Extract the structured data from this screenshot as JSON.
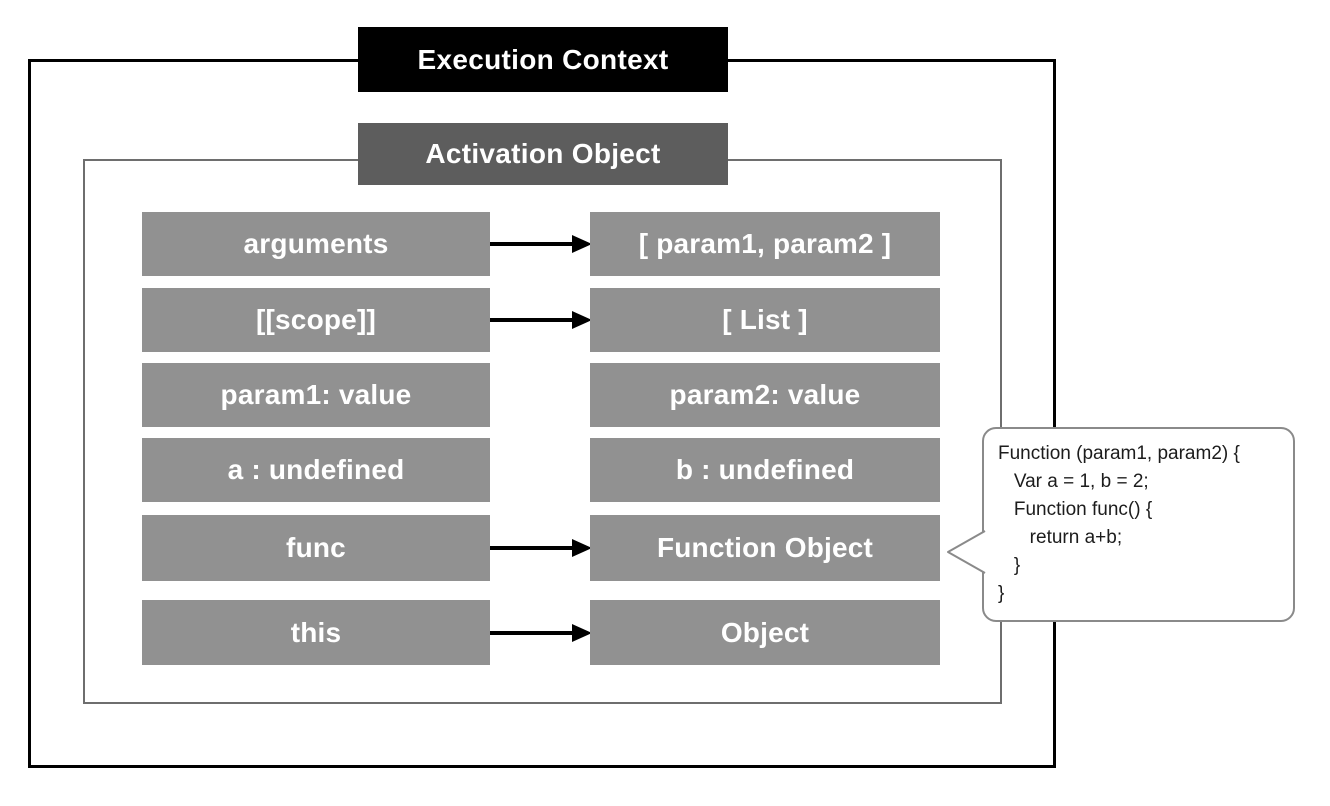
{
  "diagram": {
    "title": "Execution Context",
    "subtitle": "Activation Object",
    "rows": [
      {
        "key": "arguments",
        "value": "[ param1, param2 ]",
        "arrow": true
      },
      {
        "key": "[[scope]]",
        "value": "[ List ]",
        "arrow": true
      },
      {
        "key": "param1: value",
        "value": "param2: value",
        "arrow": false
      },
      {
        "key": "a : undefined",
        "value": "b : undefined",
        "arrow": false
      },
      {
        "key": "func",
        "value": "Function Object",
        "arrow": true
      },
      {
        "key": "this",
        "value": "Object",
        "arrow": true
      }
    ],
    "callout": {
      "lines": [
        "Function (param1, param2) {",
        "   Var a = 1, b = 2;",
        "   Function func() {",
        "      return a+b;",
        "   }",
        "}"
      ]
    },
    "colors": {
      "frame_border": "#000000",
      "inner_border": "#6e6e6e",
      "title_bg": "#000000",
      "subtitle_bg": "#5d5d5d",
      "box_bg": "#919191",
      "box_text": "#ffffff",
      "arrow": "#000000",
      "callout_border": "#8a8a8a",
      "callout_text": "#1c1c1c"
    }
  }
}
